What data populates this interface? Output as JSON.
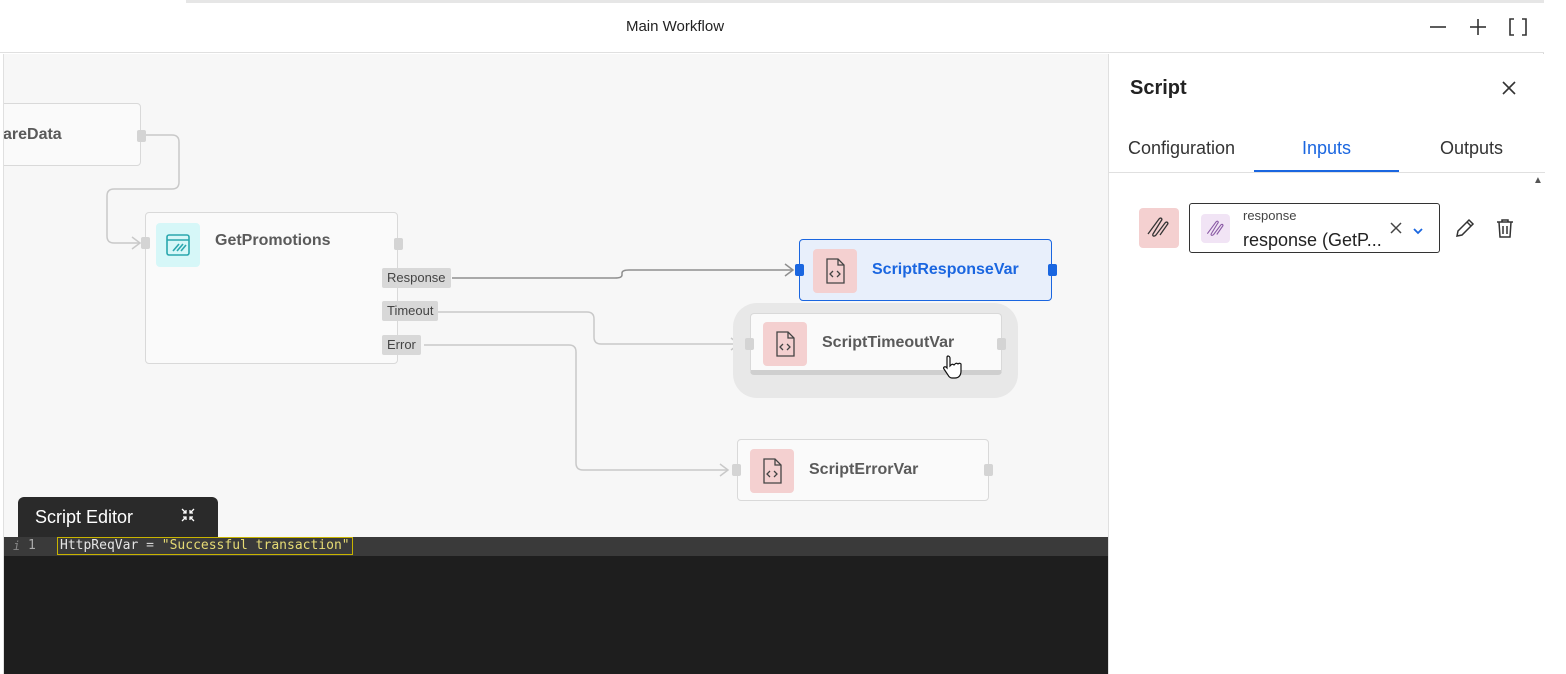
{
  "window": {
    "title": "Main Workflow"
  },
  "canvas": {
    "nodes": {
      "prepare": {
        "label": "areData"
      },
      "get_promotions": {
        "label": "GetPromotions"
      },
      "script_response": {
        "label": "ScriptResponseVar"
      },
      "script_timeout": {
        "label": "ScriptTimeoutVar"
      },
      "script_error": {
        "label": "ScriptErrorVar"
      }
    },
    "output_tags": {
      "response": "Response",
      "timeout": "Timeout",
      "error": "Error"
    }
  },
  "script_editor": {
    "title": "Script Editor",
    "lines": [
      {
        "number": "1",
        "var": "HttpReqVar",
        "op": "=",
        "value": "\"Successful transaction\""
      }
    ],
    "gutter_marker": "i"
  },
  "panel": {
    "title": "Script",
    "tabs": [
      {
        "label": "Configuration",
        "active": false
      },
      {
        "label": "Inputs",
        "active": true
      },
      {
        "label": "Outputs",
        "active": false
      }
    ],
    "input": {
      "name_label": "response",
      "value": "response (GetP..."
    }
  },
  "colors": {
    "accent": "#1a66e0",
    "selected_node_bg": "#e8effb",
    "script_icon_bg": "#f4d0d0",
    "http_icon_bg": "#d6f7f8"
  }
}
